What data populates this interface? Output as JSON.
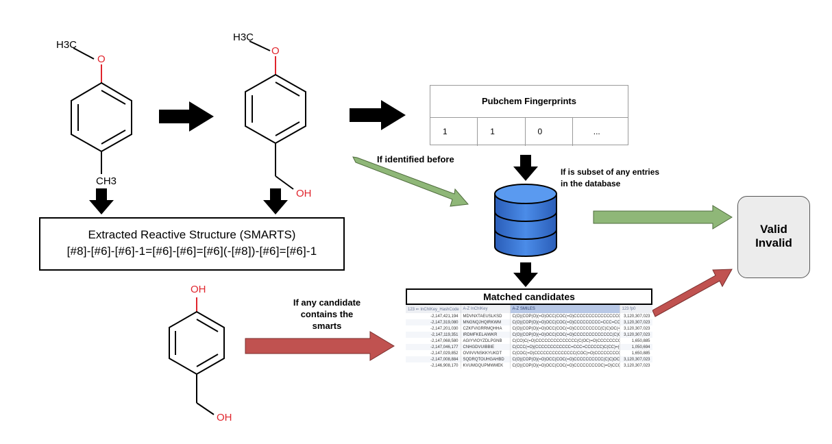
{
  "molecules": {
    "mol1": {
      "top_group": "H3C",
      "heteroatom": "O",
      "bottom_group": "CH3"
    },
    "mol2": {
      "top_group": "H3C",
      "heteroatom": "O",
      "bottom_group": "OH"
    },
    "mol3": {
      "top_group": "OH",
      "bottom_group": "OH"
    }
  },
  "smarts_box": {
    "title": "Extracted Reactive Structure (SMARTS)",
    "code": "[#8]-[#6]-[#6]-1=[#6]-[#6]=[#6](-[#8])-[#6]=[#6]-1"
  },
  "fingerprint_table": {
    "title": "Pubchem Fingerprints",
    "cells": [
      "1",
      "1",
      "0",
      "..."
    ]
  },
  "labels": {
    "identified_before": "If identified before",
    "subset_line1": "If is subset of any entries",
    "subset_line2": "in the database",
    "candidate_line1": "If any candidate",
    "candidate_line2": "contains the",
    "candidate_line3": "smarts"
  },
  "matched_candidates": {
    "title": "Matched candidates",
    "columns": [
      "123 ⇐ InChIKey_HashCode",
      "A-Z InChIKey",
      "A-Z SMILES",
      "123 fp0"
    ],
    "rows": [
      [
        "-2,147,421,194",
        "MDVNXTAEUSLKSD",
        "C(O)(COP(O)(=O)OCC(COC(=O)CCCCCCCCCCCCCCCC",
        "3,120,307,023"
      ],
      [
        "-2,147,319,080",
        "MNGNQJHQIRKWM",
        "C(O)(COP(O)(=O)OCC(COC(=O)CCCCCCCCC=CCC=CCCC",
        "3,120,307,023"
      ],
      [
        "-2,147,201,030",
        "CZKFVIGRRMQHHA",
        "C(O)(COP(O)(=O)OCC(COC(=O)CCCCCCCCC(C)C)OC(=",
        "3,120,307,023"
      ],
      [
        "-2,147,119,351",
        "IRDMFKELAIWKR",
        "C(O)(COP(O)(=O)OCC(COC(=O)CCCCCCCCCCCCC(C)C)",
        "3,120,307,023"
      ],
      [
        "-2,147,068,580",
        "AGIYVIOYZDLPGNB",
        "C(CO)C(=O)CCCCCCCCCCCCCC(C(OC)=O)CCCCCCCC",
        "1,650,885"
      ],
      [
        "-2,147,046,177",
        "CNHGDVUIBBIE",
        "C(CCC(=O)(CCCCCCCCCCCC=CCC=CCCCCC)C(CC)=(CC",
        "1,050,694"
      ],
      [
        "-2,147,029,852",
        "OVIIVVNSKKYUKDT",
        "C(COC(=O)CCCCCCCCCCCCCC(COC)=O)CCCCCCCCCCC",
        "1,650,885"
      ],
      [
        "-2,147,008,884",
        "SQDRQTOUHGAHBD",
        "C(O)(COP(O)(=O)OCC(COC(=O)CCCCCCCCCC(C)C)OC(=",
        "3,120,307,023"
      ],
      [
        "-2,146,908,170",
        "KVUMGQUPMWMEK",
        "C(O)(COP(O)(=O)OCC(COC(=O)CCCCCCCCOC)=O)CCC",
        "3,120,307,023"
      ]
    ]
  },
  "result_box": {
    "line1": "Valid",
    "line2": "Invalid"
  },
  "colors": {
    "green_arrow": "#8fb778",
    "red_arrow": "#c05250",
    "db_blue": "#3a78d8",
    "heteroatom_red": "#e0242c"
  },
  "icons": [
    "black-arrow-icon",
    "database-icon",
    "green-arrow-icon",
    "red-arrow-icon"
  ]
}
